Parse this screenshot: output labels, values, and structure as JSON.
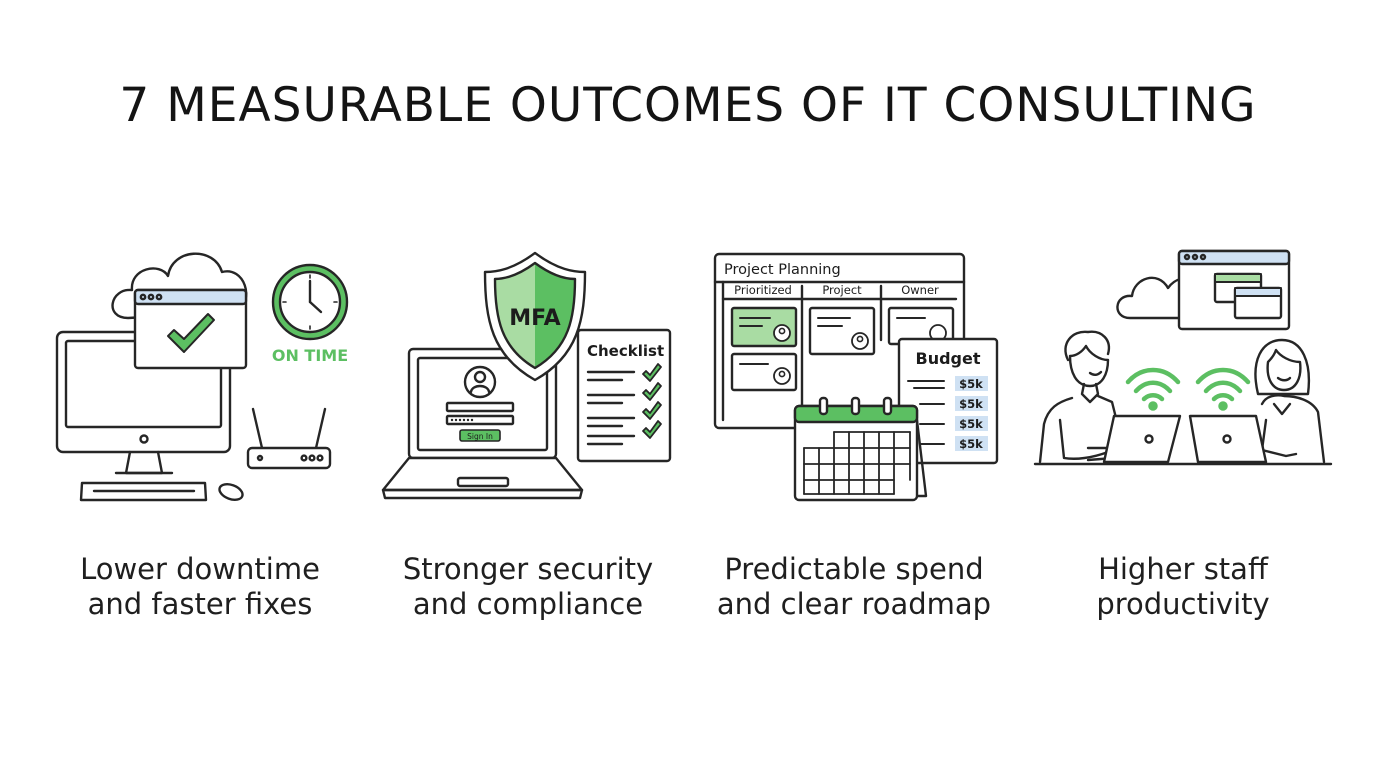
{
  "title": "7 MEASURABLE OUTCOMES OF IT CONSULTING",
  "colors": {
    "accent_green": "#5cbf62",
    "light_green": "#a9dca3",
    "light_blue": "#cfe1f3",
    "stroke": "#262626"
  },
  "panels": [
    {
      "id": "downtime",
      "caption_line1": "Lower downtime",
      "caption_line2": "and faster fixes",
      "labels": {
        "on_time": "ON TIME"
      },
      "icons": [
        "cloud-icon",
        "monitor-icon",
        "browser-window-icon",
        "checkmark-icon",
        "clock-icon",
        "router-icon",
        "keyboard-icon",
        "mouse-icon"
      ]
    },
    {
      "id": "security",
      "caption_line1": "Stronger security",
      "caption_line2": "and compliance",
      "labels": {
        "shield": "MFA",
        "checklist": "Checklist",
        "sign_in": "Sign In"
      },
      "icons": [
        "shield-icon",
        "laptop-icon",
        "user-avatar-icon",
        "checklist-icon"
      ]
    },
    {
      "id": "spend",
      "caption_line1": "Predictable spend",
      "caption_line2": "and clear roadmap",
      "labels": {
        "board_title": "Project Planning",
        "columns": [
          "Prioritized",
          "Project",
          "Owner"
        ],
        "budget_title": "Budget",
        "budget_items": [
          "$5k",
          "$5k",
          "$5k",
          "$5k"
        ]
      },
      "icons": [
        "kanban-board-icon",
        "budget-sheet-icon",
        "calendar-icon"
      ]
    },
    {
      "id": "productivity",
      "caption_line1": "Higher staff",
      "caption_line2": "productivity",
      "labels": {},
      "icons": [
        "cloud-icon",
        "browser-window-icon",
        "wifi-icon",
        "man-with-laptop-icon",
        "woman-with-laptop-icon"
      ]
    }
  ]
}
